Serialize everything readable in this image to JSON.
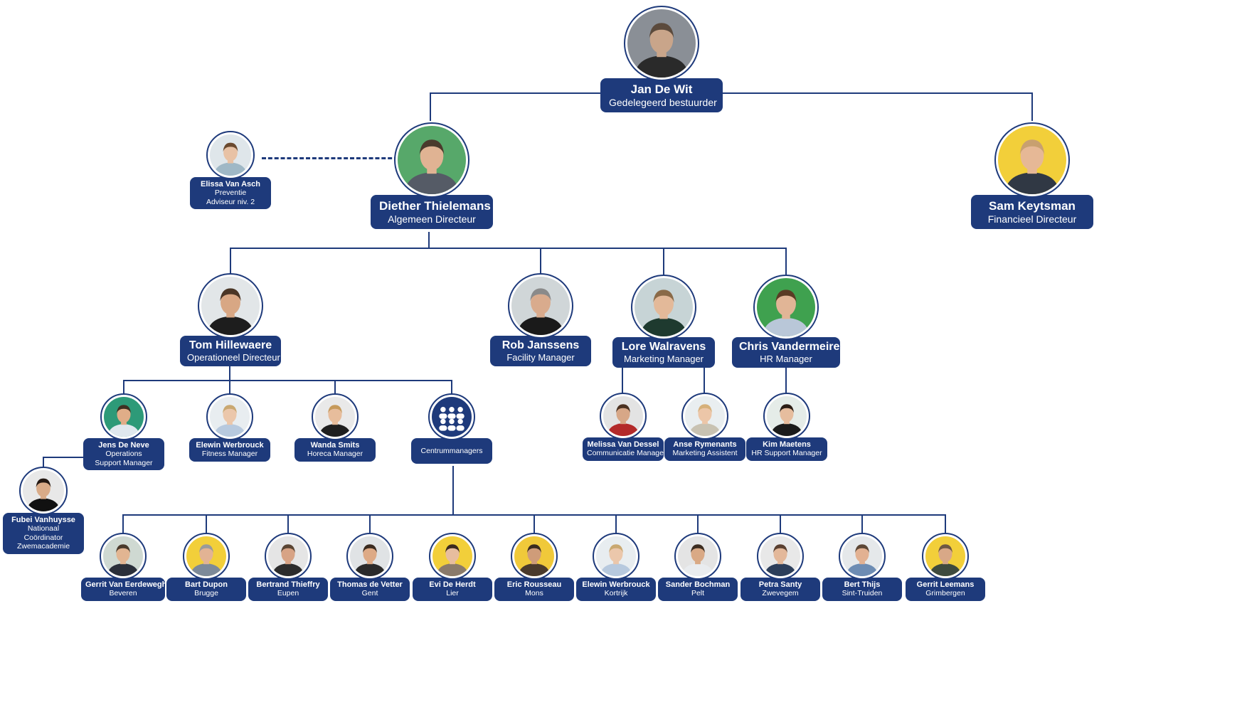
{
  "colors": {
    "primary": "#1e3a7b",
    "background": "#ffffff"
  },
  "people": {
    "jan": {
      "name": "Jan De Wit",
      "role": "Gedelegeerd bestuurder",
      "skin": "#c9a58a",
      "hair": "#5b4a3c",
      "bg": "#8a8f96",
      "shirt": "#2a2a2a"
    },
    "diether": {
      "name": "Diether Thielemans",
      "role": "Algemeen Directeur",
      "skin": "#e0b393",
      "hair": "#4a3a2c",
      "bg": "#57a86a",
      "shirt": "#555b66"
    },
    "sam": {
      "name": "Sam Keytsman",
      "role": "Financieel Directeur",
      "skin": "#e6b896",
      "hair": "#c8a070",
      "bg": "#f2cf3a",
      "shirt": "#303844"
    },
    "elissa": {
      "name": "Elissa Van Asch",
      "role": "Preventie Adviseur niv. 2",
      "skin": "#e8c2a5",
      "hair": "#6b4a2f",
      "bg": "#dfe6ea",
      "shirt": "#9fb8c6"
    },
    "tom": {
      "name": "Tom Hillewaere",
      "role": "Operationeel Directeur",
      "skin": "#d8a784",
      "hair": "#4a3626",
      "bg": "#e2e6e8",
      "shirt": "#1d1d1d"
    },
    "rob": {
      "name": "Rob Janssens",
      "role": "Facility Manager",
      "skin": "#d9ab8d",
      "hair": "#8a8a8a",
      "bg": "#d0d6d8",
      "shirt": "#1a1a1a"
    },
    "lore": {
      "name": "Lore Walravens",
      "role": "Marketing Manager",
      "skin": "#e3b999",
      "hair": "#8a6a48",
      "bg": "#c7d4d6",
      "shirt": "#1e3a2f"
    },
    "chris": {
      "name": "Chris Vandermeiren",
      "role": "HR Manager",
      "skin": "#e1b596",
      "hair": "#5a3b24",
      "bg": "#3fa14f",
      "shirt": "#b9c7d8"
    },
    "jens": {
      "name": "Jens De Neve",
      "role": "Operations Support Manager",
      "skin": "#e0ad88",
      "hair": "#3f3022",
      "bg": "#2d9a78",
      "shirt": "#dfe8ee"
    },
    "elewin1": {
      "name": "Elewin Werbrouck",
      "role": "Fitness Manager",
      "skin": "#ebc7ab",
      "hair": "#c9a871",
      "bg": "#e8edf0",
      "shirt": "#b7c9de"
    },
    "wanda": {
      "name": "Wanda Smits",
      "role": "Horeca Manager",
      "skin": "#e7bd9c",
      "hair": "#c69a5b",
      "bg": "#e9e9e9",
      "shirt": "#1f1f1f"
    },
    "melissa": {
      "name": "Melissa Van Dessel",
      "role": "Communicatie Manager",
      "skin": "#d7a787",
      "hair": "#4b3121",
      "bg": "#e3e3e3",
      "shirt": "#b32a2a"
    },
    "anse": {
      "name": "Anse Rymenants",
      "role": "Marketing Assistent",
      "skin": "#ecc6a8",
      "hair": "#d6b07a",
      "bg": "#e9eef0",
      "shirt": "#c8c2b2"
    },
    "kim": {
      "name": "Kim Maetens",
      "role": "HR Support Manager",
      "skin": "#e6bd9e",
      "hair": "#2b1d15",
      "bg": "#e5ece8",
      "shirt": "#1b1b1b"
    },
    "fubei": {
      "name": "Fubei Vanhuysse",
      "role": "Nationaal Coördinator Zwemacademie",
      "skin": "#d9ab88",
      "hair": "#231812",
      "bg": "#e8e8e8",
      "shirt": "#111111"
    },
    "centrum": {
      "name": "",
      "role": "Centrummanagers",
      "bg": "#1e3a7b",
      "icon": "group-icon"
    },
    "gerrit1": {
      "name": "Gerrit Van Eerdewegh",
      "role": "Beveren",
      "skin": "#e2b592",
      "hair": "#4a3a2c",
      "bg": "#cfd9d2",
      "shirt": "#2a2f3a"
    },
    "bart": {
      "name": "Bart Dupon",
      "role": "Brugge",
      "skin": "#e2b394",
      "hair": "#9a9a9a",
      "bg": "#f2cf3a",
      "shirt": "#7d8a99"
    },
    "bertrand": {
      "name": "Bertrand Thieffry",
      "role": "Eupen",
      "skin": "#d7a385",
      "hair": "#5a4533",
      "bg": "#e5e5e5",
      "shirt": "#2c2c2c"
    },
    "thomas": {
      "name": "Thomas de Vetter",
      "role": "Gent",
      "skin": "#ddaa86",
      "hair": "#3b2b1f",
      "bg": "#e0e3e5",
      "shirt": "#2a2a2a"
    },
    "evi": {
      "name": "Evi De Herdt",
      "role": "Lier",
      "skin": "#e7bd9e",
      "hair": "#3a2a1f",
      "bg": "#f2cf3a",
      "shirt": "#8a7a6a"
    },
    "eric": {
      "name": "Eric Rousseau",
      "role": "Mons",
      "skin": "#cf9c79",
      "hair": "#3a2b20",
      "bg": "#f0c93a",
      "shirt": "#4a3a2c"
    },
    "elewin2": {
      "name": "Elewin Werbrouck",
      "role": "Kortrijk",
      "skin": "#ebc7ab",
      "hair": "#c9a871",
      "bg": "#e8edf0",
      "shirt": "#b7c9de"
    },
    "sander": {
      "name": "Sander Bochman",
      "role": "Pelt",
      "skin": "#d9a985",
      "hair": "#3c2c20",
      "bg": "#e4e4e4",
      "shirt": "#e9ecef"
    },
    "petra": {
      "name": "Petra Santy",
      "role": "Zwevegem",
      "skin": "#e3b89a",
      "hair": "#5a4030",
      "bg": "#e8e8e8",
      "shirt": "#2c3e5a"
    },
    "bert": {
      "name": "Bert Thijs",
      "role": "Sint-Truiden",
      "skin": "#e2b192",
      "hair": "#5c4736",
      "bg": "#e5e8ea",
      "shirt": "#6d8cb3"
    },
    "gerrit2": {
      "name": "Gerrit Leemans",
      "role": "Grimbergen",
      "skin": "#d8a887",
      "hair": "#6e5744",
      "bg": "#f2cf3a",
      "shirt": "#3e4a3e"
    }
  }
}
